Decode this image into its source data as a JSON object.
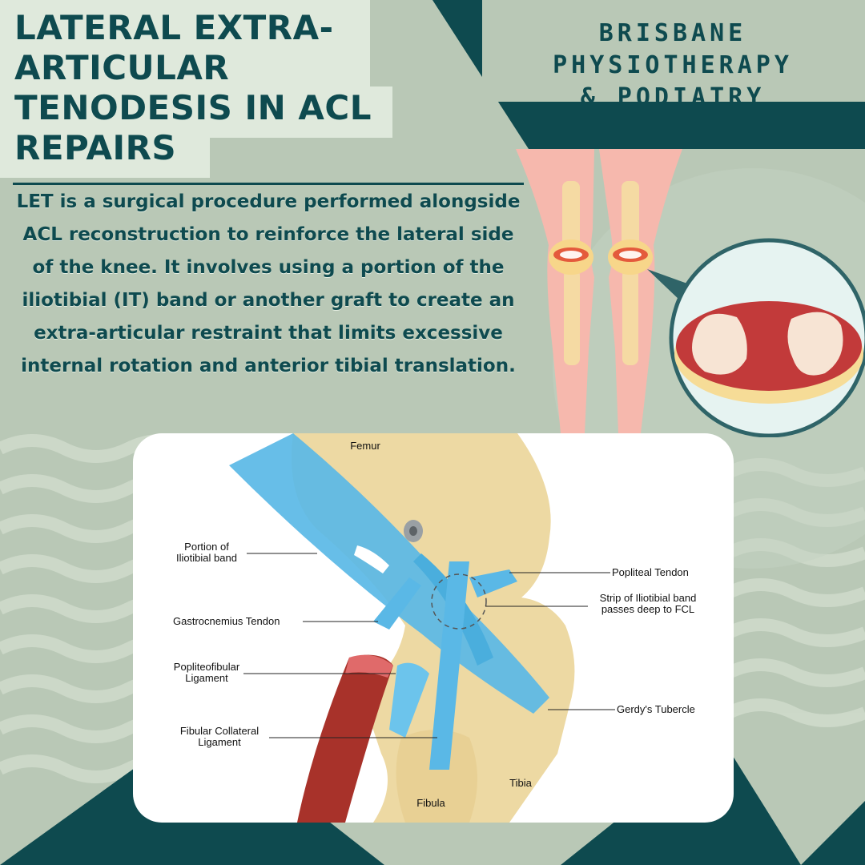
{
  "header": {
    "title": "LATERAL EXTRA-ARTICULAR TENODESIS IN ACL REPAIRS",
    "brand_line1": "BRISBANE PHYSIOTHERAPY",
    "brand_line2": "& PODIATRY"
  },
  "description": "LET is a surgical procedure performed alongside ACL reconstruction to reinforce the lateral side of the knee. It involves using a portion of the iliotibial (IT) band or another graft to create an extra-articular restraint that limits excessive internal rotation and anterior tibial translation.",
  "diagram": {
    "labels": {
      "femur": "Femur",
      "tibia": "Tibia",
      "fibula": "Fibula",
      "it_band_1": "Portion of",
      "it_band_2": "Iliotibial band",
      "gastrocnemius": "Gastrocnemius Tendon",
      "popliteofibular_1": "Popliteofibular",
      "popliteofibular_2": "Ligament",
      "fcl_1": "Fibular Collateral",
      "fcl_2": "Ligament",
      "popliteal": "Popliteal Tendon",
      "strip_1": "Strip of Iliotibial band",
      "strip_2": "passes deep to FCL",
      "gerdy": "Gerdy's Tubercle"
    }
  },
  "colors": {
    "dark_teal": "#0e4a4f",
    "sage": "#b9c8b6",
    "light_panel": "#dfe9dc",
    "ligament_blue": "#5ab8e6",
    "bone": "#edd9a3",
    "muscle_red": "#a8322a"
  }
}
